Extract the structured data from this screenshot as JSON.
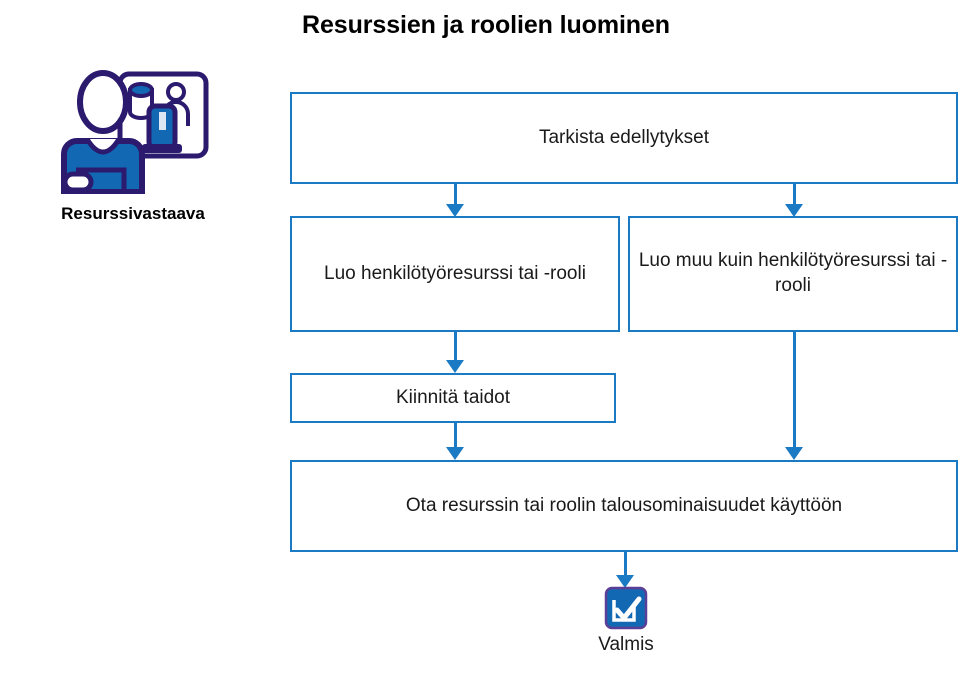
{
  "title": "Resurssien ja roolien luominen",
  "persona": {
    "label": "Resurssivastaava",
    "icon": "resource-manager-person-icon"
  },
  "colors": {
    "node_border": "#1a7ac4",
    "connector": "#1a7ac4",
    "icon_outline": "#2b1a6e",
    "icon_fill": "#1268b3",
    "title_text": "#000000",
    "node_text": "#1a1a1a",
    "background": "#ffffff"
  },
  "nodes": [
    {
      "id": "check",
      "label": "Tarkista edellytykset"
    },
    {
      "id": "person",
      "label": "Luo henkilötyöresurssi tai -rooli"
    },
    {
      "id": "nonperson",
      "label": "Luo muu kuin henkilötyöresurssi tai -rooli"
    },
    {
      "id": "skills",
      "label": "Kiinnitä taidot"
    },
    {
      "id": "finance",
      "label": "Ota resurssin tai roolin talousominaisuudet käyttöön"
    }
  ],
  "end": {
    "label": "Valmis",
    "icon": "checkbox-checked-icon"
  },
  "connectors": [
    {
      "from": "check",
      "to": "person"
    },
    {
      "from": "check",
      "to": "nonperson"
    },
    {
      "from": "person",
      "to": "skills"
    },
    {
      "from": "skills",
      "to": "finance"
    },
    {
      "from": "nonperson",
      "to": "finance"
    },
    {
      "from": "finance",
      "to": "end"
    }
  ]
}
